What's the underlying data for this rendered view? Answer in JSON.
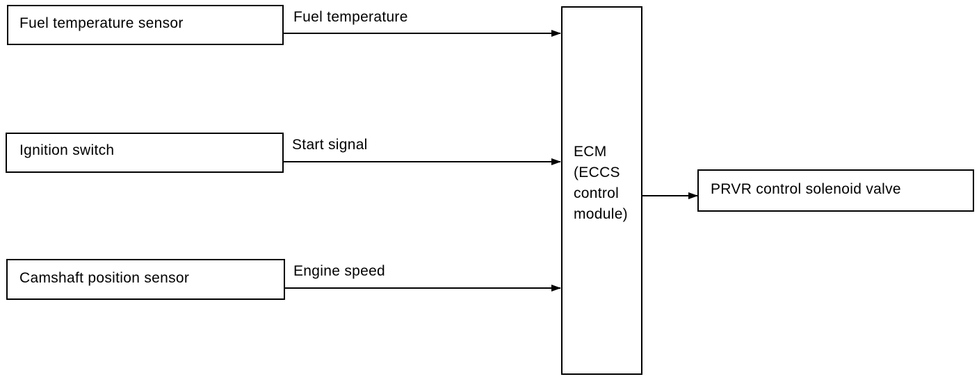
{
  "inputs": [
    {
      "box_label": "Fuel temperature sensor",
      "signal_label": "Fuel temperature"
    },
    {
      "box_label": "Ignition switch",
      "signal_label": "Start signal"
    },
    {
      "box_label": "Camshaft position sensor",
      "signal_label": "Engine speed"
    }
  ],
  "ecm": {
    "lines": [
      "ECM",
      "(ECCS",
      "control",
      "module)"
    ]
  },
  "output": {
    "box_label": "PRVR control solenoid valve"
  }
}
